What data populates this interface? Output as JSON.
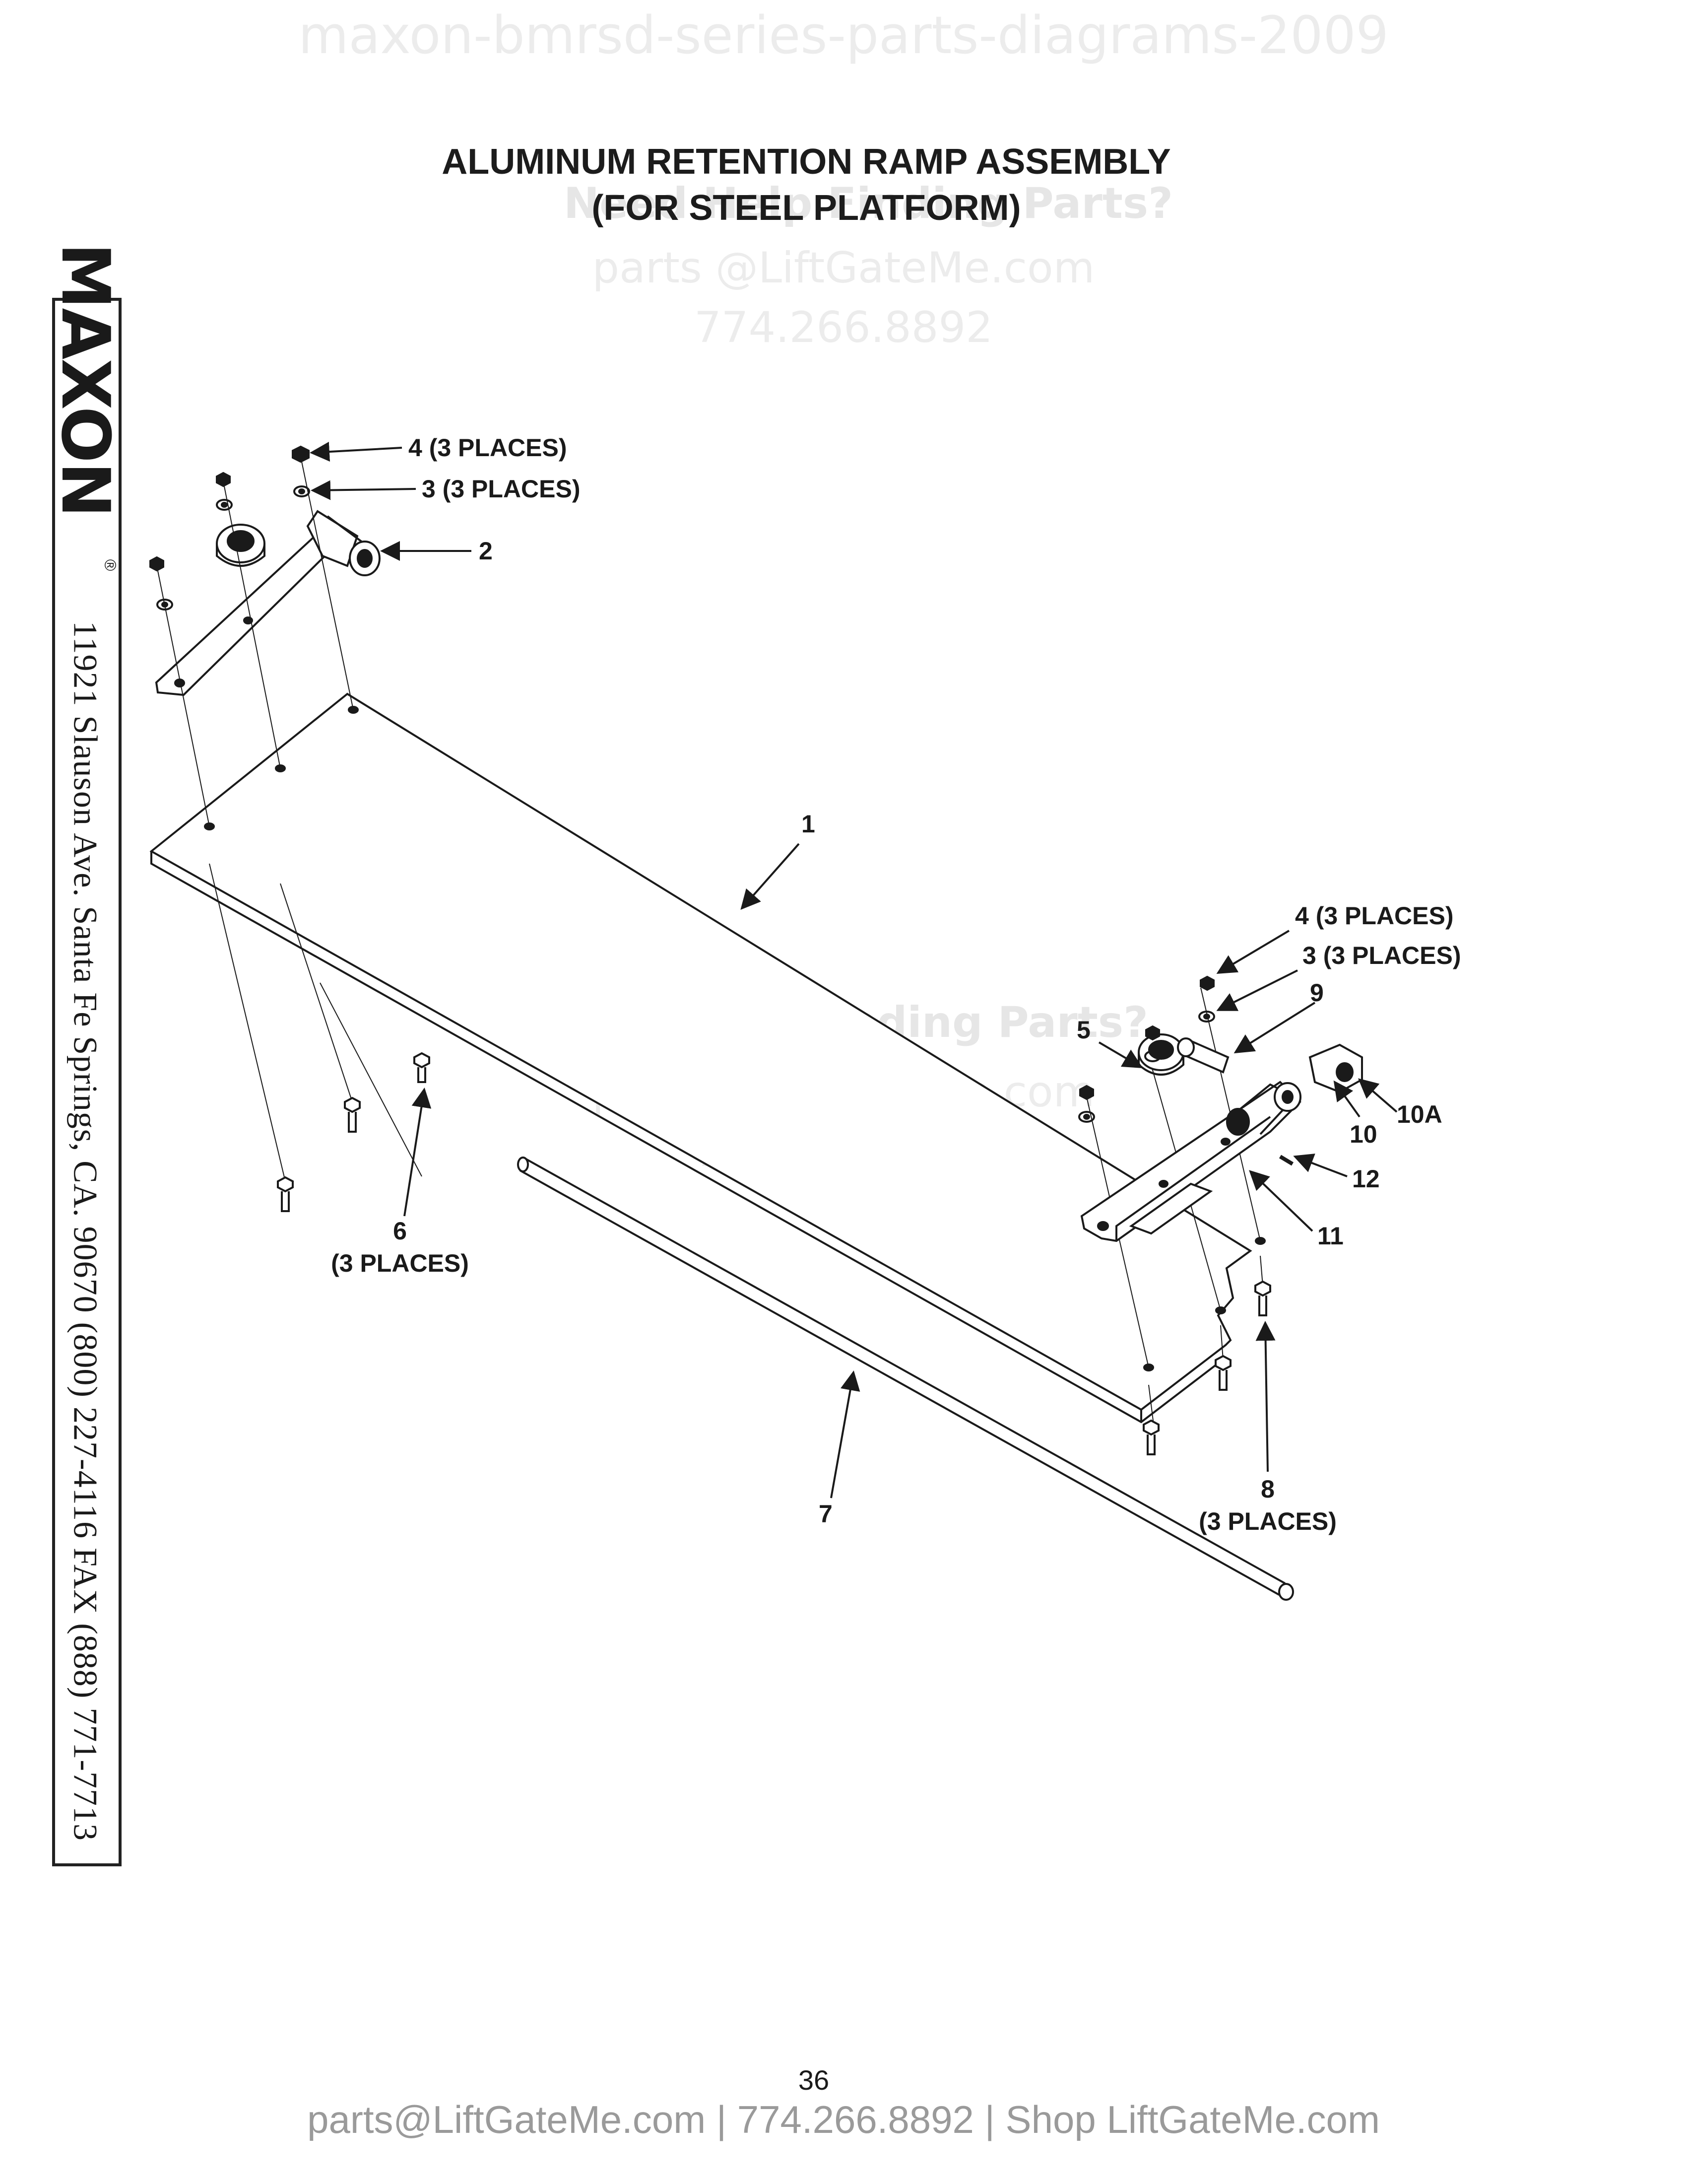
{
  "watermarks": {
    "top": "maxon-bmrsd-series-parts-diagrams-2009",
    "help": "Need Help Finding Parts?",
    "email": "parts @LiftGateMe.com",
    "phone": "774.266.8892"
  },
  "title": {
    "line1": "ALUMINUM RETENTION RAMP ASSEMBLY",
    "line2": "(FOR STEEL PLATFORM)"
  },
  "sidebar": {
    "brand": "MAXON",
    "registered": "®",
    "address": "11921 Slauson Ave.  Santa Fe Springs, CA.  90670  (800) 227-4116  FAX (888) 771-7713"
  },
  "callouts": {
    "c1": "1",
    "c2": "2",
    "c3a": "3 (3 PLACES)",
    "c4a": "4 (3 PLACES)",
    "c3b": "3 (3 PLACES)",
    "c4b": "4 (3 PLACES)",
    "c5": "5",
    "c6": "6",
    "c6_places": "(3 PLACES)",
    "c7": "7",
    "c8": "8",
    "c8_places": "(3 PLACES)",
    "c9": "9",
    "c10": "10",
    "c10a": "10A",
    "c11": "11",
    "c12": "12"
  },
  "page_number": "36",
  "footer": "parts@LiftGateMe.com | 774.266.8892 | Shop LiftGateMe.com"
}
